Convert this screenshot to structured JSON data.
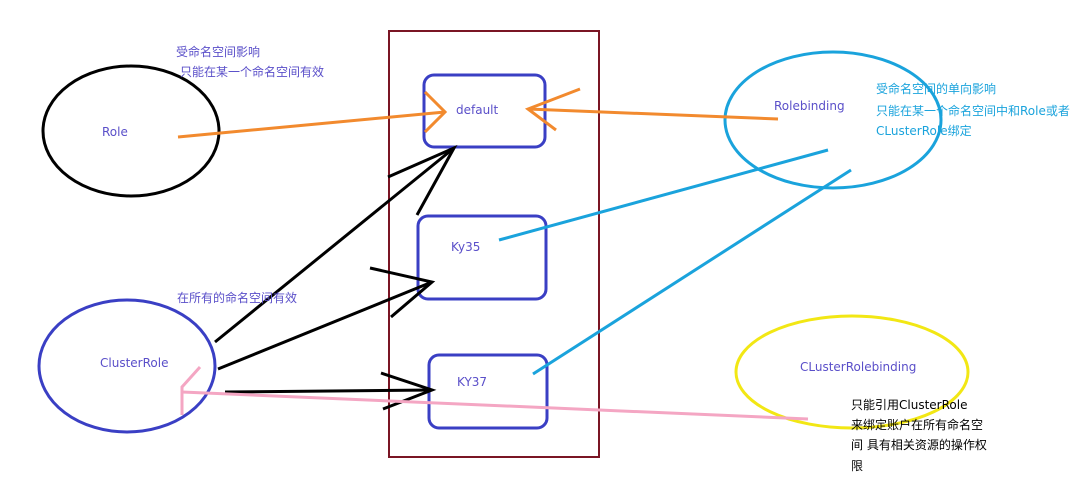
{
  "nodes": {
    "role": "Role",
    "clusterrole": "ClusterRole",
    "default": "default",
    "ky35": "Ky35",
    "ky37": "KY37",
    "rolebinding": "Rolebinding",
    "clusterrolebinding": "CLusterRolebinding"
  },
  "notes": {
    "role_line1": "受命名空间影响",
    "role_line2": "只能在某一个命名空间有效",
    "clusterrole_line1": "在所有的命名空间有效",
    "rolebinding_line1": "受命名空间的单向影响",
    "rolebinding_line2": "只能在某一个命名空间中和Role或者",
    "rolebinding_line3": "CLusterRole绑定",
    "crb_line1": "只能引用ClusterRole",
    "crb_line2": "来绑定账户在所有命名空",
    "crb_line3": "间  具有相关资源的操作权",
    "crb_line4": "限"
  },
  "colors": {
    "black": "#000000",
    "namespace_box": "#7a1524",
    "node_blue": "#3a3fc4",
    "orange": "#f28a2e",
    "cyan": "#1aa3dc",
    "pink": "#f4a6c3",
    "yellow": "#f2e714",
    "label_purple": "#5a4fc9",
    "label_cyan": "#1aa3dc"
  }
}
